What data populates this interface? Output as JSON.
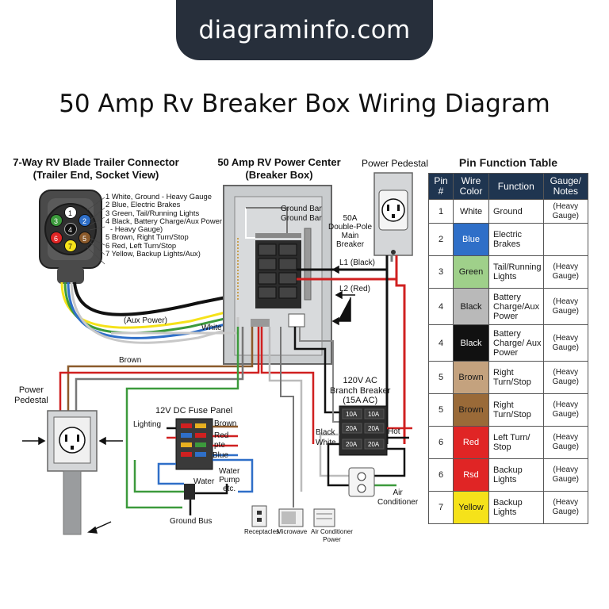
{
  "site": "diagraminfo.com",
  "title": "50 Amp Rv Breaker Box Wiring Diagram",
  "connector": {
    "title": "7-Way RV Blade Trailer Connector",
    "subtitle": "(Trailer End, Socket View)",
    "pins": [
      "1",
      "2",
      "3",
      "4",
      "5",
      "6",
      "7"
    ],
    "legend": [
      "1 White, Ground - Heavy Gauge",
      "2 Blue, Electric Brakes",
      "3 Green, Tail/Running Lights",
      "4 Black, Battery Charge/Aux Power",
      "- Heavy Gauge)",
      "5 Brown, Right Turn/Stop",
      "6 Red, Left Turn/Stop",
      "7 Yellow, Backup Lights/Aux)"
    ]
  },
  "power_center": {
    "title": "50 Amp RV Power Center",
    "subtitle": "(Breaker Box)",
    "ground_bar": "Ground Bar",
    "ground_bar_2": "Ground Bar",
    "main_breaker": [
      "50A",
      "Double-Pole",
      "Main",
      "Breaker"
    ],
    "l1": "L1 (Black)",
    "l2": "L2 (Red)"
  },
  "pedestal_top": {
    "title": "Power Pedestal"
  },
  "pedestal_left": {
    "title_1": "Power",
    "title_2": "Pedestal"
  },
  "wire_labels": {
    "aux_power": "(Aux Power)",
    "white": "White",
    "brown": "Brown",
    "black": "Black",
    "white2": "White",
    "hot": "Hot"
  },
  "branch_breaker": {
    "title_1": "120V AC",
    "title_2": "Branch Breaker",
    "title_3": "(15A AC)",
    "labels": [
      "10A",
      "10A",
      "20A",
      "20A",
      "20A",
      "20A"
    ]
  },
  "fuse_panel": {
    "title": "12V DC Fuse Panel",
    "lighting": "Lighting",
    "brown": "Brown",
    "red": "Red",
    "pte": "pte",
    "blue": "Blue",
    "water": "Water",
    "water_pump_1": "Water",
    "water_pump_2": "Pump",
    "water_pump_3": "etc.",
    "ground_bus": "Ground Bus"
  },
  "loads": {
    "receptacles": "Receptacles",
    "microwave": "Microwave",
    "air_conditioner": "Air Conditioner",
    "power": "Power",
    "air_1": "Air",
    "air_2": "Conditioner"
  },
  "table": {
    "title": "Pin Function Table",
    "headers": [
      "Pin #",
      "Wire Color",
      "Function",
      "Gauge/ Notes"
    ],
    "rows": [
      {
        "pin": "1",
        "color": "White",
        "function": "Ground",
        "gauge": "(Heavy Gauge)",
        "bg": "#ffffff",
        "fg": "#111111"
      },
      {
        "pin": "2",
        "color": "Blue",
        "function": "Electric Brakes",
        "gauge": "",
        "bg": "#2f6fc8",
        "fg": "#ffffff"
      },
      {
        "pin": "3",
        "color": "Green",
        "function": "Tail/Running Lights",
        "gauge": "(Heavy Gauge)",
        "bg": "#9fd08a",
        "fg": "#1a1a1a"
      },
      {
        "pin": "4",
        "color": "Black",
        "function": "Battery Charge/Aux Power",
        "gauge": "(Heavy Gauge)",
        "bg": "#b9b9b9",
        "fg": "#111111"
      },
      {
        "pin": "4",
        "color": "Black",
        "function": "Battery Charge/ Aux Power",
        "gauge": "(Heavy Gauge)",
        "bg": "#111111",
        "fg": "#ffffff"
      },
      {
        "pin": "5",
        "color": "Brown",
        "function": "Right Turn/Stop",
        "gauge": "(Heavy Gauge)",
        "bg": "#c4a27e",
        "fg": "#1a1a1a"
      },
      {
        "pin": "5",
        "color": "Brown",
        "function": "Right Turn/Stop",
        "gauge": "(Heavy Gauge)",
        "bg": "#9a6a38",
        "fg": "#1a1a1a"
      },
      {
        "pin": "6",
        "color": "Red",
        "function": "Left Turn/ Stop",
        "gauge": "(Heavy Gauge)",
        "bg": "#e02525",
        "fg": "#ffffff"
      },
      {
        "pin": "6",
        "color": "Rsd",
        "function": "Backup Lights",
        "gauge": "(Heavy Gauge)",
        "bg": "#e02525",
        "fg": "#ffffff"
      },
      {
        "pin": "7",
        "color": "Yellow",
        "function": "Backup Lights",
        "gauge": "(Heavy Gauge)",
        "bg": "#f5e21a",
        "fg": "#1a1a1a"
      }
    ]
  }
}
